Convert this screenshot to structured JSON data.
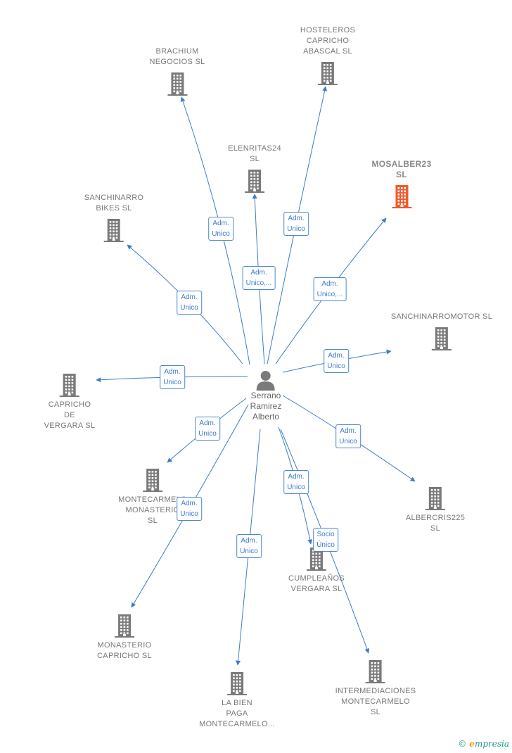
{
  "center": {
    "name_lines": [
      "Serrano",
      "Ramirez",
      "Alberto"
    ],
    "icon": "person-icon"
  },
  "colors": {
    "edge": "#3d7bcc",
    "building": "#7a7a7a",
    "building_highlight": "#f05a2a"
  },
  "nodes": [
    {
      "id": "brachium",
      "lines": [
        "BRACHIUM",
        "NEGOCIOS  SL"
      ],
      "icon": "building-icon",
      "highlight": false
    },
    {
      "id": "hosteleros",
      "lines": [
        "HOSTELEROS",
        "CAPRICHO",
        "ABASCAL  SL"
      ],
      "icon": "building-icon",
      "highlight": false
    },
    {
      "id": "elenritas",
      "lines": [
        "ELENRITAS24",
        "SL"
      ],
      "icon": "building-icon",
      "highlight": false
    },
    {
      "id": "mosalber",
      "lines": [
        "MOSALBER23",
        "SL"
      ],
      "icon": "building-icon",
      "highlight": true
    },
    {
      "id": "sanchinarro-bikes",
      "lines": [
        "SANCHINARRO",
        "BIKES  SL"
      ],
      "icon": "building-icon",
      "highlight": false
    },
    {
      "id": "sanchinarromotor",
      "lines": [
        "SANCHINARROMOTOR SL"
      ],
      "icon": "building-icon",
      "highlight": false
    },
    {
      "id": "capricho-vergara",
      "lines": [
        "CAPRICHO",
        "DE",
        "VERGARA  SL"
      ],
      "icon": "building-icon",
      "highlight": false
    },
    {
      "id": "montecarmelo-monasterio",
      "lines": [
        "MONTECARMELO",
        "MONASTERIO",
        "SL"
      ],
      "icon": "building-icon",
      "highlight": false
    },
    {
      "id": "albercris",
      "lines": [
        "ALBERCRIS225",
        "SL"
      ],
      "icon": "building-icon",
      "highlight": false
    },
    {
      "id": "cumpleanos",
      "lines": [
        "CUMPLEAÑOS",
        "VERGARA  SL"
      ],
      "icon": "building-icon",
      "highlight": false
    },
    {
      "id": "monasterio-capricho",
      "lines": [
        "MONASTERIO",
        "CAPRICHO  SL"
      ],
      "icon": "building-icon",
      "highlight": false
    },
    {
      "id": "la-bien-paga",
      "lines": [
        "LA BIEN",
        "PAGA",
        "MONTECARMELO..."
      ],
      "icon": "building-icon",
      "highlight": false
    },
    {
      "id": "intermediaciones",
      "lines": [
        "INTERMEDIACIONES",
        "MONTECARMELO",
        "SL"
      ],
      "icon": "building-icon",
      "highlight": false
    }
  ],
  "edges": [
    {
      "target": "brachium",
      "lines": [
        "Adm.",
        "Unico"
      ]
    },
    {
      "target": "hosteleros",
      "lines": [
        "Adm.",
        "Unico"
      ]
    },
    {
      "target": "elenritas",
      "lines": [
        "Adm.",
        "Unico,..."
      ]
    },
    {
      "target": "mosalber",
      "lines": [
        "Adm.",
        "Unico,..."
      ]
    },
    {
      "target": "sanchinarro-bikes",
      "lines": [
        "Adm.",
        "Unico"
      ]
    },
    {
      "target": "sanchinarromotor",
      "lines": [
        "Adm.",
        "Unico"
      ]
    },
    {
      "target": "capricho-vergara",
      "lines": [
        "Adm.",
        "Unico"
      ]
    },
    {
      "target": "montecarmelo-monasterio",
      "lines": [
        "Adm.",
        "Unico"
      ]
    },
    {
      "target": "albercris",
      "lines": [
        "Adm.",
        "Unico"
      ]
    },
    {
      "target": "cumpleanos",
      "lines": [
        "Adm.",
        "Unico"
      ]
    },
    {
      "target": "monasterio-capricho",
      "lines": [
        "Adm.",
        "Unico"
      ]
    },
    {
      "target": "la-bien-paga",
      "lines": [
        "Adm.",
        "Unico"
      ]
    },
    {
      "target": "intermediaciones",
      "lines": [
        "Socio",
        "Único"
      ]
    }
  ],
  "footer": {
    "copyright_symbol": "©",
    "brand_initial": "e",
    "brand_rest": "mpresia"
  }
}
